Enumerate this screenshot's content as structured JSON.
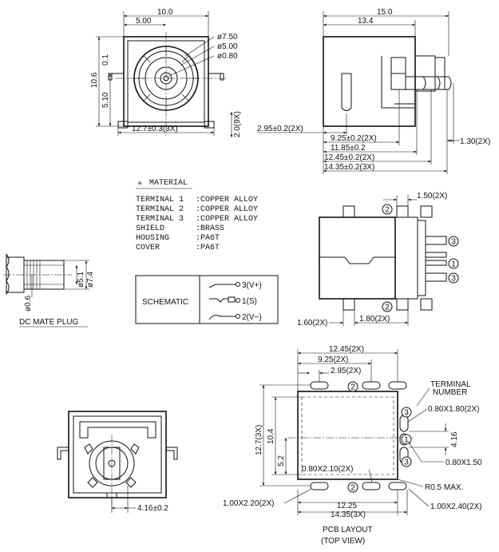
{
  "top_view": {
    "width": "10.0",
    "half_width": "5.00",
    "height": "10.6",
    "offset": "0.1",
    "half_height": "5.10",
    "pitch": "12.7±0.3(3X)",
    "pin_len": "2.0(9X)",
    "d1": "ø7.50",
    "d2": "ø5.00",
    "d3": "ø0.80"
  },
  "side_view": {
    "total": "15.0",
    "body": "13.4",
    "left": "2.95±0.2(2X)",
    "d1": "9.25±0.2(2X)",
    "d2": "11.85±0.2",
    "d3": "12.45±0.2(2X)",
    "d4": "14.35±0.2(3X)",
    "right": "1.30(2X)"
  },
  "material": {
    "heading": "MATERIAL",
    "star": "✳",
    "rows": [
      {
        "name": "TERMINAL 1",
        "value": ":COPPER ALLOY"
      },
      {
        "name": "TERMINAL 2",
        "value": ":COPPER ALLOY"
      },
      {
        "name": "TERMINAL 3",
        "value": ":COPPER ALLOY"
      },
      {
        "name": "SHIELD",
        "value": ":BRASS"
      },
      {
        "name": "HOUSING",
        "value": ":PA6T"
      },
      {
        "name": "COVER",
        "value": ":PA6T"
      }
    ]
  },
  "bottom_view": {
    "top": "1.50(2X)",
    "left": "1.60(2X)",
    "mid": "1.80(2X)",
    "markers": [
      "2",
      "3",
      "1",
      "3",
      "2"
    ]
  },
  "plug": {
    "d1": "ø5.1",
    "d2": "ø7.4",
    "d3": "ø0.6",
    "caption": "DC MATE PLUG"
  },
  "schematic": {
    "label": "SCHEMATIC",
    "pins": [
      "3(V+)",
      "1(S)",
      "2(V−)"
    ]
  },
  "front_view": {
    "dim": "4.16±0.2"
  },
  "pcb": {
    "d1": "12.45(2X)",
    "d2": "9.25(2X)",
    "d3": "2.95(2X)",
    "height": "12.7(3X)",
    "inner": "10.4",
    "half": "5.2",
    "terminal_label_1": "TERMINAL",
    "terminal_label_2": "NUMBER",
    "slot1": "0.80X1.80(2X)",
    "pitch": "4.16",
    "slot2": "0.80X1.50",
    "slot3": "0.80X2.10(2X)",
    "radius": "R0.5 MAX.",
    "slot4": "1.00X2.20(2X)",
    "bottom1": "12.25",
    "bottom2": "14.35(3X)",
    "slot5": "1.00X2.40(2X)",
    "caption_1": "PCB LAYOUT",
    "caption_2": "(TOP VIEW)",
    "markers": [
      "2",
      "3",
      "1",
      "3",
      "2"
    ]
  }
}
